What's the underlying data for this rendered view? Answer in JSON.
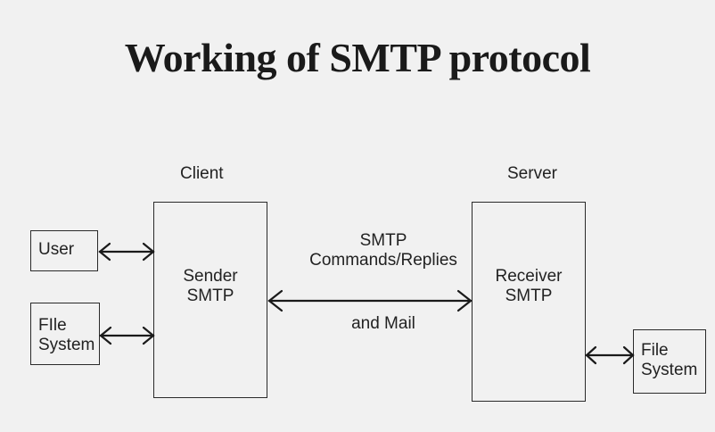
{
  "diagram": {
    "title": "Working of SMTP protocol",
    "client_label": "Client",
    "server_label": "Server",
    "user_box": "User",
    "client_file_system": "FIle\nSystem",
    "sender": "Sender\nSMTP",
    "receiver": "Receiver\nSMTP",
    "server_file_system": "File\nSystem",
    "channel_top": "SMTP\nCommands/Replies",
    "channel_bottom": "and Mail"
  }
}
